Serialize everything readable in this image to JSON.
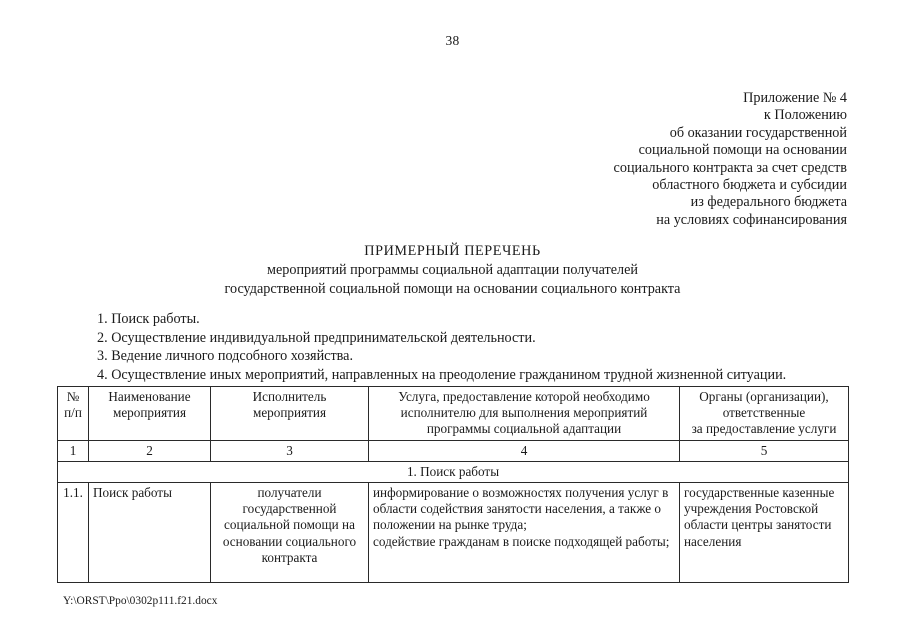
{
  "page": {
    "number": "38",
    "footer_path": "Y:\\ORST\\Ppo\\0302p111.f21.docx"
  },
  "addressee": {
    "lines": [
      "Приложение № 4",
      "к Положению",
      "об оказании государственной",
      "социальной помощи на основании",
      "социального контракта за счет средств",
      "областного бюджета и субсидии",
      "из федерального бюджета",
      "на условиях софинансирования"
    ]
  },
  "title": {
    "main": "ПРИМЕРНЫЙ ПЕРЕЧЕНЬ",
    "sub_line_1": "мероприятий программы социальной адаптации получателей",
    "sub_line_2": "государственной социальной помощи на основании социального контракта"
  },
  "list": {
    "items": [
      "1. Поиск работы.",
      "2. Осуществление индивидуальной предпринимательской деятельности.",
      "3. Ведение личного подсобного хозяйства.",
      "4. Осуществление иных мероприятий, направленных на преодоление гражданином трудной жизненной ситуации."
    ]
  },
  "table": {
    "headers": [
      {
        "line1": "№",
        "line2": "п/п"
      },
      {
        "line1": "Наименование",
        "line2": "мероприятия"
      },
      {
        "line1": "Исполнитель",
        "line2": "мероприятия"
      },
      {
        "line1": "Услуга, предоставление которой необходимо",
        "line2": "исполнителю для выполнения мероприятий",
        "line3": "программы социальной адаптации"
      },
      {
        "line1": "Органы (организации),",
        "line2": "ответственные",
        "line3": "за предоставление услуги"
      }
    ],
    "column_numbers": [
      "1",
      "2",
      "3",
      "4",
      "5"
    ],
    "section_row": "1. Поиск работы",
    "rows": [
      {
        "num": "1.1.",
        "name": "Поиск работы",
        "executor": "получатели государственной социальной помощи на основании социального контракта",
        "service": "информирование о возможностях получения услуг в области содействия занятости населения, а также о положении на рынке труда;\nсодействие гражданам в поиске подходящей работы;",
        "organization": "государственные казенные учреждения Ростовской области центры занятости населения"
      }
    ]
  }
}
